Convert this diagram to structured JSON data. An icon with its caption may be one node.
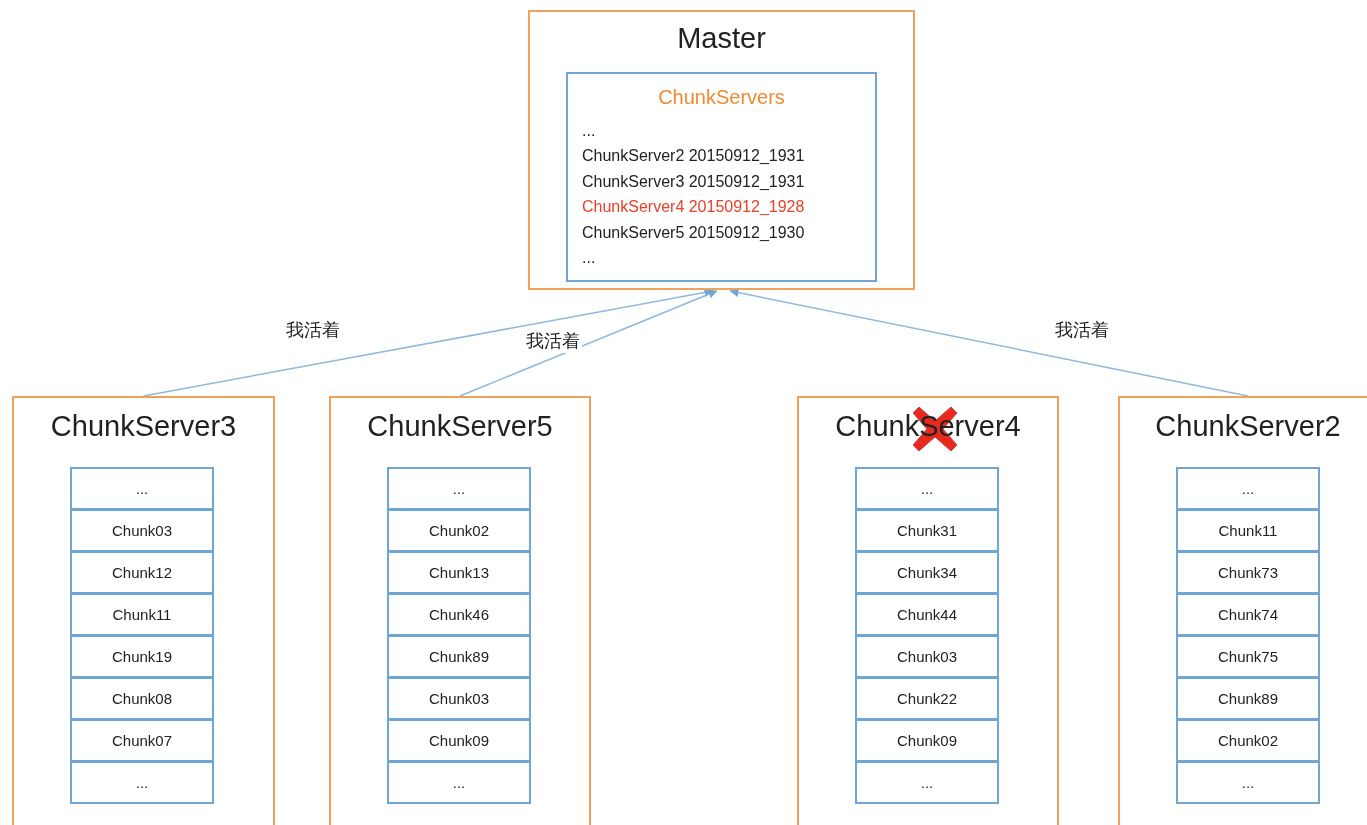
{
  "diagram": {
    "nodes": [
      {
        "text": [
          "Master"
        ]
      },
      {
        "text": [
          "ChunkServers",
          "...",
          "ChunkServer2 20150912_1931",
          "ChunkServer3 20150912_1931",
          "ChunkServer4 20150912_1928",
          "ChunkServer5 20150912_1930",
          "..."
        ],
        "in": 0
      },
      {
        "text": [
          "ChunkServer3"
        ]
      },
      {
        "text": [
          "..."
        ],
        "in": 2
      },
      {
        "text": [
          "Chunk03"
        ],
        "in": 2
      },
      {
        "text": [
          "Chunk12"
        ],
        "in": 2
      },
      {
        "text": [
          "Chunk11"
        ],
        "in": 2
      },
      {
        "text": [
          "Chunk19"
        ],
        "in": 2
      },
      {
        "text": [
          "Chunk08"
        ],
        "in": 2
      },
      {
        "text": [
          "Chunk07"
        ],
        "in": 2
      },
      {
        "text": [
          "..."
        ],
        "in": 2
      },
      {
        "text": [
          "ChunkServer5"
        ]
      },
      {
        "text": [
          "..."
        ],
        "in": 11
      },
      {
        "text": [
          "Chunk02"
        ],
        "in": 11
      },
      {
        "text": [
          "Chunk13"
        ],
        "in": 11
      },
      {
        "text": [
          "Chunk46"
        ],
        "in": 11
      },
      {
        "text": [
          "Chunk89"
        ],
        "in": 11
      },
      {
        "text": [
          "Chunk03"
        ],
        "in": 11
      },
      {
        "text": [
          "Chunk09"
        ],
        "in": 11
      },
      {
        "text": [
          "..."
        ],
        "in": 11
      },
      {
        "text": [
          "ChunkServer4"
        ]
      },
      {
        "text": [
          "..."
        ],
        "in": 20
      },
      {
        "text": [
          "Chunk31"
        ],
        "in": 20
      },
      {
        "text": [
          "Chunk34"
        ],
        "in": 20
      },
      {
        "text": [
          "Chunk44"
        ],
        "in": 20
      },
      {
        "text": [
          "Chunk03"
        ],
        "in": 20
      },
      {
        "text": [
          "Chunk22"
        ],
        "in": 20
      },
      {
        "text": [
          "Chunk09"
        ],
        "in": 20
      },
      {
        "text": [
          "..."
        ],
        "in": 20
      },
      {
        "text": [
          "ChunkServer2"
        ]
      },
      {
        "text": [
          "..."
        ],
        "in": 29
      },
      {
        "text": [
          "Chunk11"
        ],
        "in": 29
      },
      {
        "text": [
          "Chunk73"
        ],
        "in": 29
      },
      {
        "text": [
          "Chunk74"
        ],
        "in": 29
      },
      {
        "text": [
          "Chunk75"
        ],
        "in": 29
      },
      {
        "text": [
          "Chunk89"
        ],
        "in": 29
      },
      {
        "text": [
          "Chunk02"
        ],
        "in": 29
      },
      {
        "text": [
          "..."
        ],
        "in": 29
      }
    ],
    "edges": [
      {
        "from": 2,
        "to": 0,
        "arrow": "to",
        "label": "我活着"
      },
      {
        "from": 11,
        "to": 0,
        "arrow": "to",
        "label": "我活着"
      },
      {
        "from": 29,
        "to": 0,
        "arrow": "to",
        "label": "我活着"
      }
    ]
  }
}
